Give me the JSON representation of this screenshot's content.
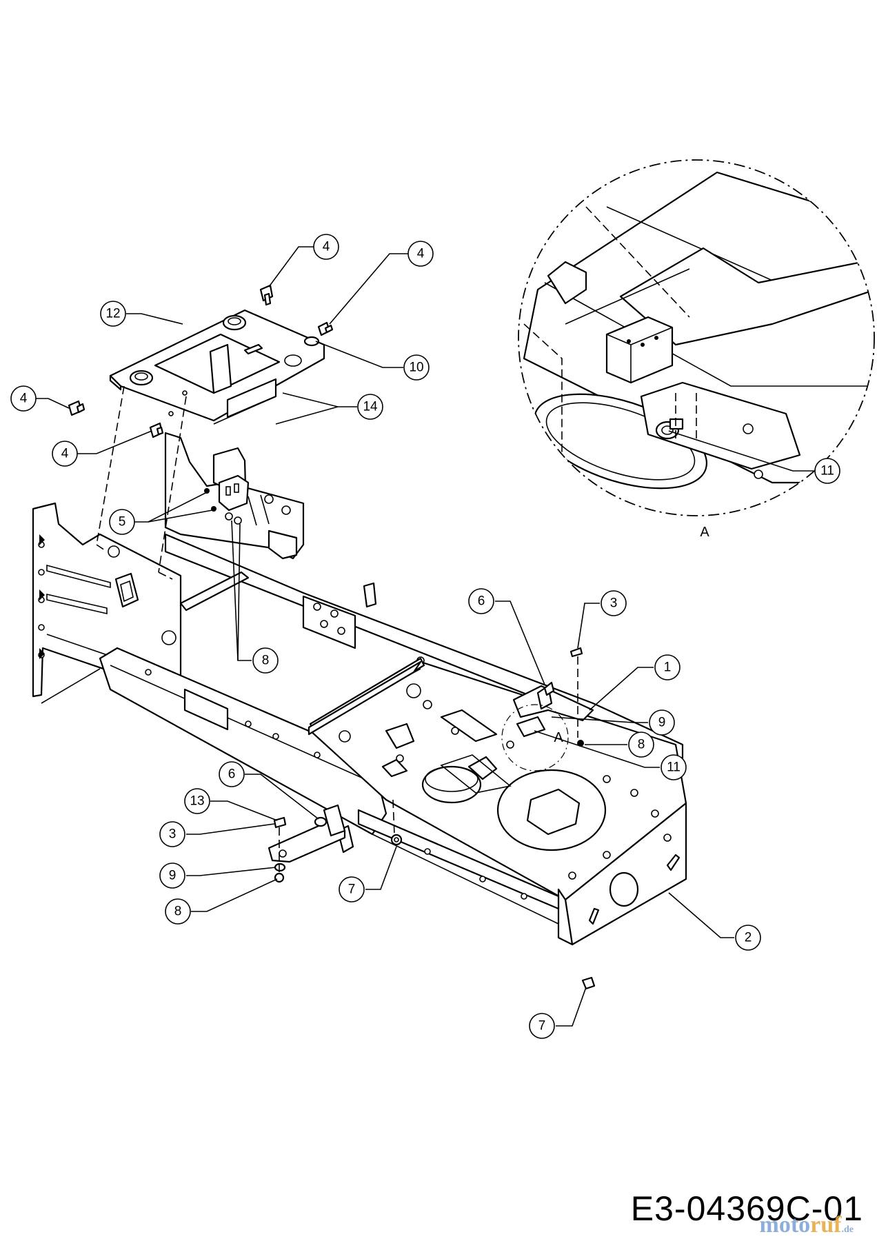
{
  "drawing_number": "E3-04369C-01",
  "watermark": {
    "part1": "moto",
    "part2": "ruf",
    "suffix": ".de"
  },
  "detail_view": {
    "letter": "A",
    "callout_letter": "A"
  },
  "callouts": [
    {
      "id": "c4a",
      "label": "4"
    },
    {
      "id": "c4b",
      "label": "4"
    },
    {
      "id": "c12",
      "label": "12"
    },
    {
      "id": "c10",
      "label": "10"
    },
    {
      "id": "c4c",
      "label": "4"
    },
    {
      "id": "c14",
      "label": "14"
    },
    {
      "id": "c4d",
      "label": "4"
    },
    {
      "id": "c5",
      "label": "5"
    },
    {
      "id": "c8a",
      "label": "8"
    },
    {
      "id": "c11a",
      "label": "11"
    },
    {
      "id": "c6a",
      "label": "6"
    },
    {
      "id": "c3a",
      "label": "3"
    },
    {
      "id": "c1",
      "label": "1"
    },
    {
      "id": "c9a",
      "label": "9"
    },
    {
      "id": "c8b",
      "label": "8"
    },
    {
      "id": "c11b",
      "label": "11"
    },
    {
      "id": "c6b",
      "label": "6"
    },
    {
      "id": "c13",
      "label": "13"
    },
    {
      "id": "c3b",
      "label": "3"
    },
    {
      "id": "c9b",
      "label": "9"
    },
    {
      "id": "c8c",
      "label": "8"
    },
    {
      "id": "c7a",
      "label": "7"
    },
    {
      "id": "c2",
      "label": "2"
    },
    {
      "id": "c7b",
      "label": "7"
    }
  ]
}
